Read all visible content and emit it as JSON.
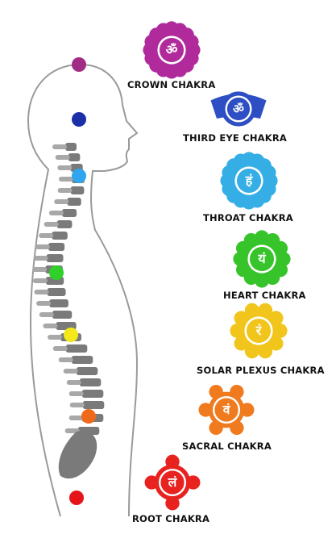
{
  "chakras": [
    {
      "label": "CROWN CHAKRA",
      "color": "#b02a9c",
      "dot_color": "#a02c86",
      "symbol": "ॐ",
      "petals": 16
    },
    {
      "label": "THIRD EYE CHAKRA",
      "color": "#2e4fc4",
      "dot_color": "#1b2fa8",
      "symbol": "ॐ",
      "petals": 2
    },
    {
      "label": "THROAT CHAKRA",
      "color": "#35aee6",
      "dot_color": "#2fa6ee",
      "symbol": "हं",
      "petals": 16
    },
    {
      "label": "HEART CHAKRA",
      "color": "#36c42a",
      "dot_color": "#2fd02a",
      "symbol": "यं",
      "petals": 12
    },
    {
      "label": "SOLAR PLEXUS CHAKRA",
      "color": "#f2c51c",
      "dot_color": "#f2e81a",
      "symbol": "रं",
      "petals": 10
    },
    {
      "label": "SACRAL CHAKRA",
      "color": "#f07a1e",
      "dot_color": "#ee6a1a",
      "symbol": "वं",
      "petals": 6
    },
    {
      "label": "ROOT CHAKRA",
      "color": "#e8231f",
      "dot_color": "#e4141a",
      "symbol": "लं",
      "petals": 4
    }
  ],
  "colors": {
    "body_outline": "#9a9a9a",
    "spine": "#7a7a7a",
    "spine_light": "#a8a8a8"
  }
}
